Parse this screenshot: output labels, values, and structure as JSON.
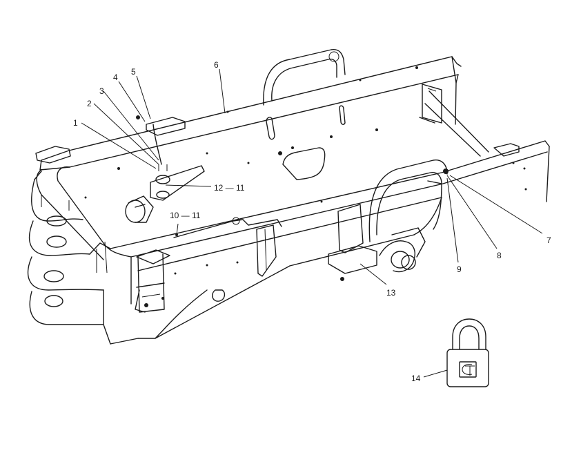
{
  "callouts": [
    {
      "id": "c1",
      "label": "1"
    },
    {
      "id": "c2",
      "label": "2"
    },
    {
      "id": "c3",
      "label": "3"
    },
    {
      "id": "c4",
      "label": "4"
    },
    {
      "id": "c5",
      "label": "5"
    },
    {
      "id": "c6",
      "label": "6"
    },
    {
      "id": "c7",
      "label": "7"
    },
    {
      "id": "c8",
      "label": "8"
    },
    {
      "id": "c9",
      "label": "9"
    },
    {
      "id": "c10",
      "label": "10 — 11"
    },
    {
      "id": "c12",
      "label": "12 — 11"
    },
    {
      "id": "c13",
      "label": "13"
    },
    {
      "id": "c14",
      "label": "14"
    }
  ],
  "colors": {
    "line": "#1a1a1a",
    "background": "#ffffff"
  },
  "icons": [
    "padlock-icon",
    "cat-logo-icon"
  ]
}
